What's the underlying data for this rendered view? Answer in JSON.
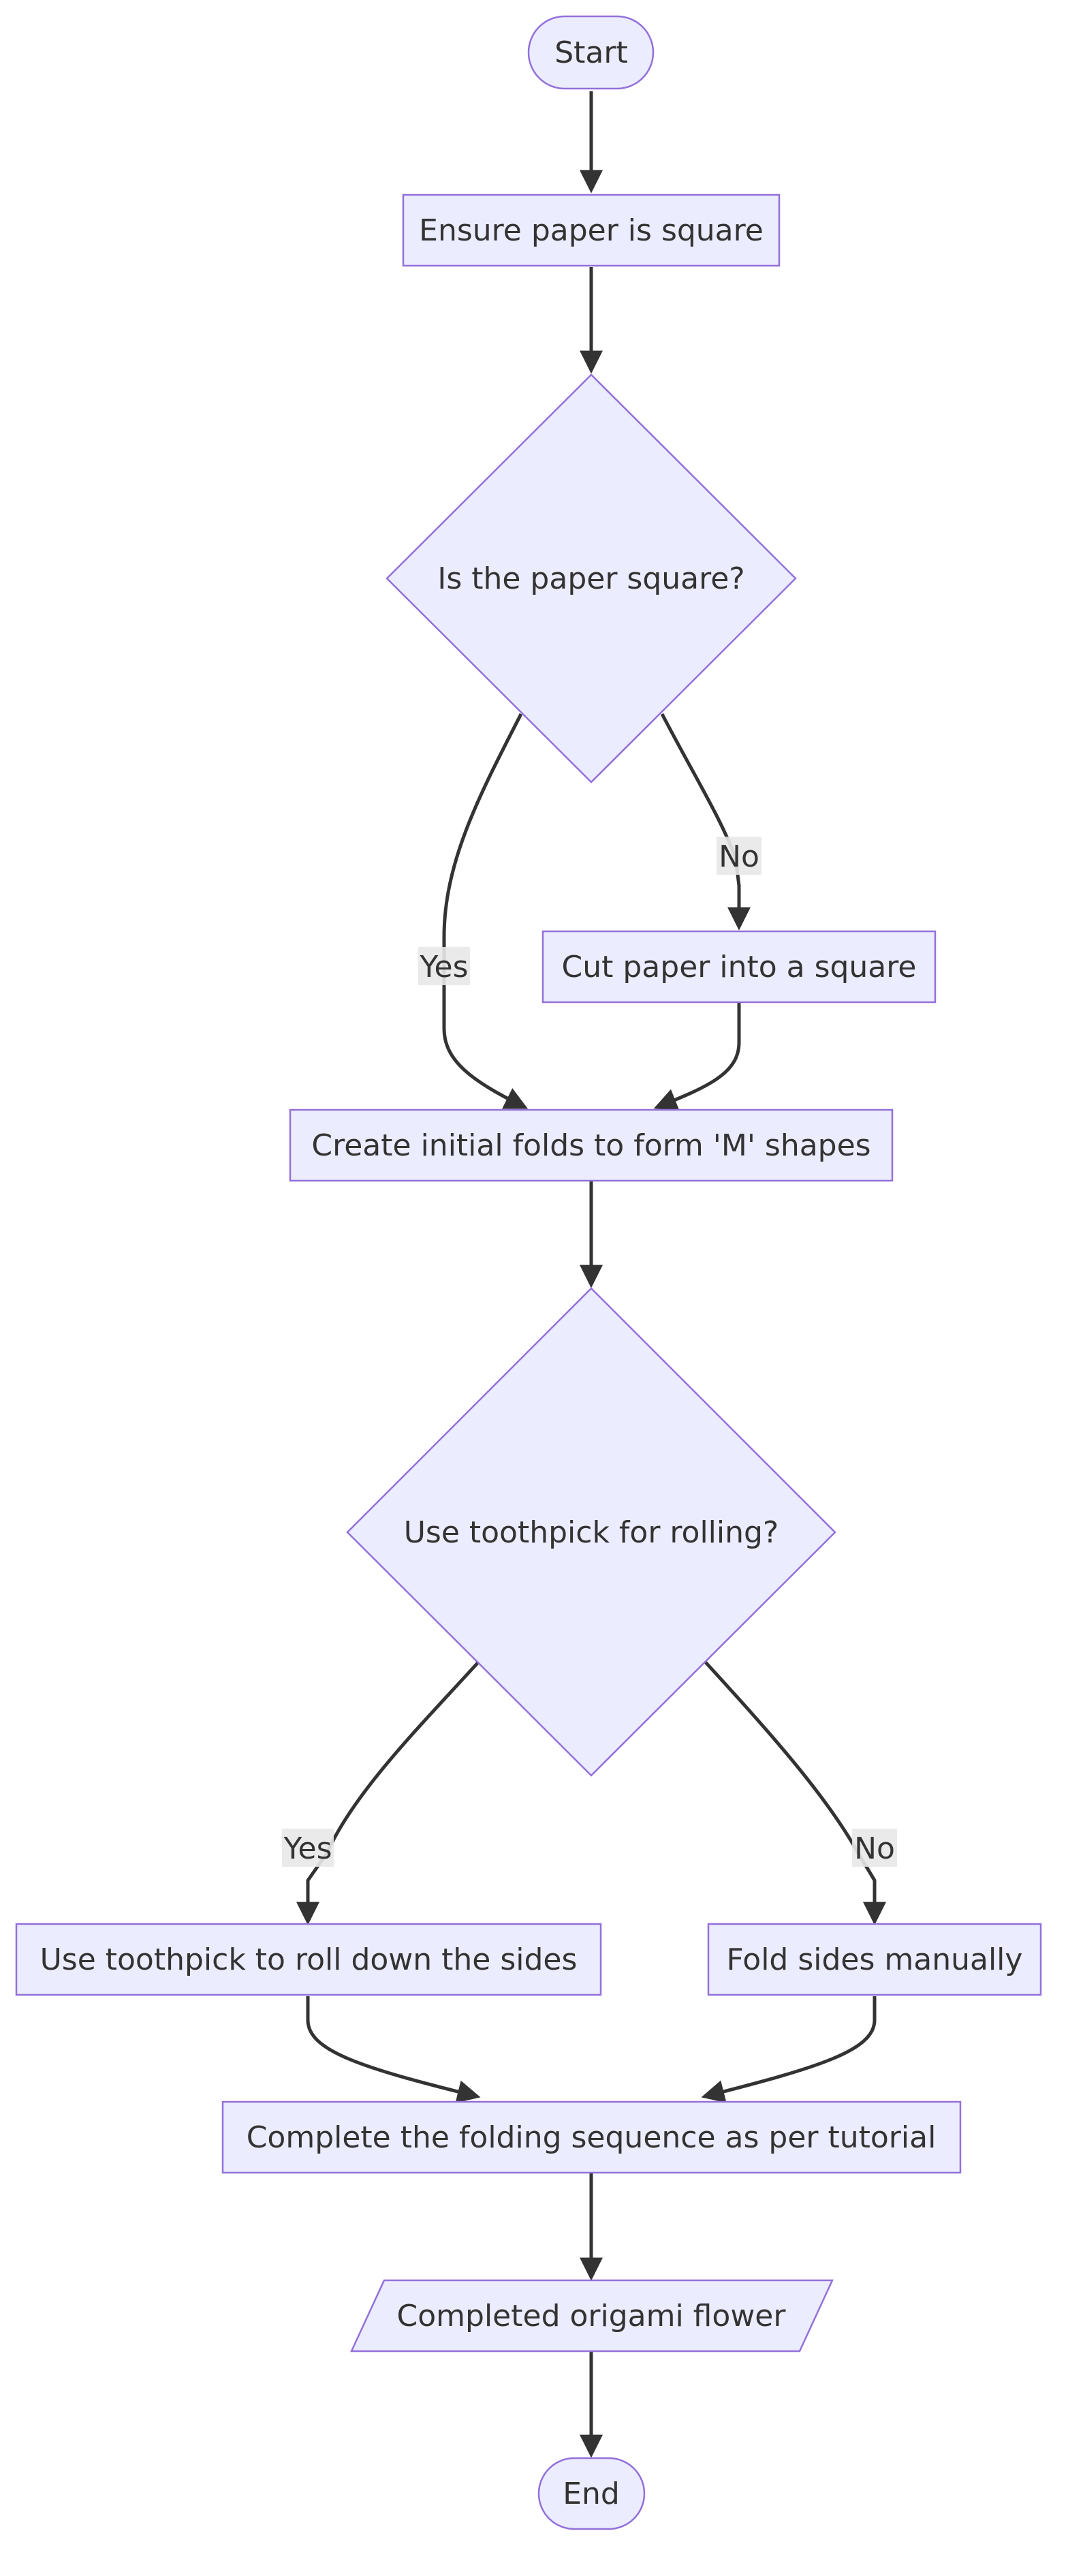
{
  "nodes": {
    "start": "Start",
    "ensure_square": "Ensure paper is square",
    "is_square": "Is the paper square?",
    "cut_square": "Cut paper into a square",
    "initial_folds": "Create initial folds to form 'M' shapes",
    "use_toothpick_q": "Use toothpick for rolling?",
    "toothpick_roll": "Use toothpick to roll down the sides",
    "fold_manual": "Fold sides manually",
    "complete_sequence": "Complete the folding sequence as per tutorial",
    "completed_flower": "Completed origami flower",
    "end": "End"
  },
  "edge_labels": {
    "square_yes": "Yes",
    "square_no": "No",
    "toothpick_yes": "Yes",
    "toothpick_no": "No"
  },
  "colors": {
    "node_fill": "#ECECFF",
    "node_stroke": "#9370DB",
    "edge": "#333333",
    "label_bg": "#E8E8E8",
    "text": "#333333"
  }
}
